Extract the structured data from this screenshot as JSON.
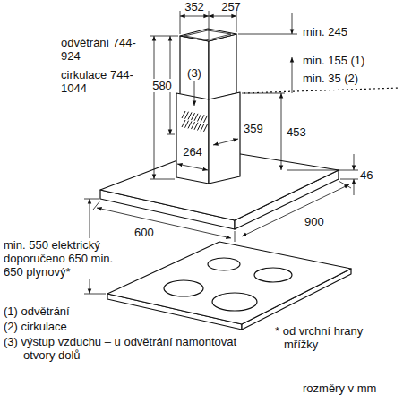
{
  "diagram": {
    "labels": [
      "352",
      "257",
      "odvětrání 744-924",
      "cirkulace 744-1044",
      "580",
      "(3)",
      "min. 245",
      "min. 155 (1)",
      "min. 35 (2)",
      "453",
      "359",
      "264",
      "46",
      "900",
      "600",
      "min. 550 elektrický doporučeno 650 min. 650 plynový*",
      "(1) odvětrání",
      "(2) cirkulace",
      "(3) výstup vzduchu – u odvětrání namontovat otvory dolů",
      "* od vrchní hrany mřížky",
      "rozměry v mm"
    ]
  }
}
